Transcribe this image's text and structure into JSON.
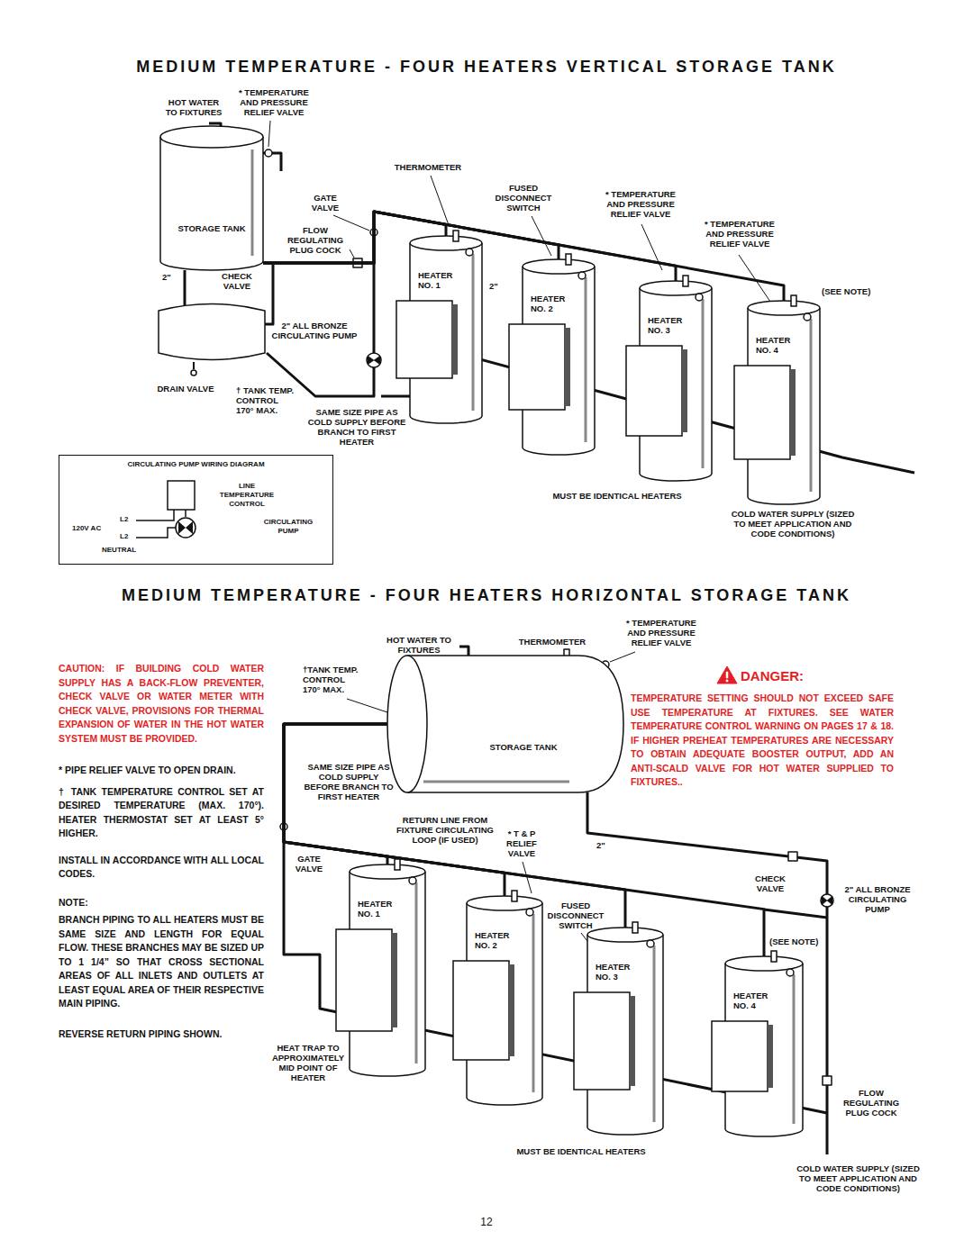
{
  "diagram": {
    "title": "MEDIUM TEMPERATURE - FOUR HEATERS VERTICAL STORAGE TANK",
    "nodes": [
      {
        "text": [
          "STORAGE TANK"
        ]
      },
      {
        "text": [
          "HEATER NO. 1"
        ]
      },
      {
        "text": [
          "HEATER NO. 2"
        ]
      },
      {
        "text": [
          "HEATER NO. 3"
        ]
      },
      {
        "text": [
          "HEATER NO. 4"
        ]
      },
      {
        "text": [
          "CIRCULATING PUMP WIRING DIAGRAM"
        ]
      },
      {
        "text": [
          "LINE TEMPERATURE CONTROL"
        ],
        "in": 5
      },
      {
        "text": [
          "CIRCULATING PUMP"
        ],
        "in": 5
      },
      {
        "text": [
          "STORAGE TANK"
        ]
      },
      {
        "text": [
          "HEATER NO. 1"
        ]
      },
      {
        "text": [
          "HEATER NO. 2"
        ]
      },
      {
        "text": [
          "HEATER NO. 3"
        ]
      },
      {
        "text": [
          "HEATER NO. 4"
        ]
      }
    ],
    "edges": [
      {
        "from": 0,
        "to": 1,
        "arrow": "none"
      },
      {
        "from": 0,
        "to": 2,
        "arrow": "none"
      },
      {
        "from": 0,
        "to": 3,
        "arrow": "none"
      },
      {
        "from": 0,
        "to": 4,
        "arrow": "none"
      },
      {
        "from": 6,
        "to": 7,
        "arrow": "none"
      },
      {
        "from": 8,
        "to": 9,
        "arrow": "none"
      },
      {
        "from": 8,
        "to": 10,
        "arrow": "none"
      },
      {
        "from": 8,
        "to": 11,
        "arrow": "none"
      },
      {
        "from": 8,
        "to": 12,
        "arrow": "none"
      }
    ],
    "labels": [
      "HOT WATER TO FIXTURES",
      "* TEMPERATURE AND PRESSURE RELIEF VALVE",
      "THERMOMETER",
      "GATE VALVE",
      "FUSED DISCONNECT SWITCH",
      "* TEMPERATURE AND PRESSURE RELIEF VALVE",
      "* TEMPERATURE AND PRESSURE RELIEF VALVE",
      "FLOW REGULATING PLUG COCK",
      "2\"",
      "CHECK VALVE",
      "2\"",
      "(SEE NOTE)",
      "2\" ALL BRONZE CIRCULATING PUMP",
      "DRAIN VALVE",
      "† TANK TEMP. CONTROL 170° MAX.",
      "SAME SIZE PIPE AS COLD SUPPLY BEFORE BRANCH TO FIRST HEATER",
      "MUST BE IDENTICAL HEATERS",
      "COLD WATER SUPPLY (SIZED TO MEET APPLICATION AND CODE CONDITIONS)",
      "L2",
      "120V AC",
      "L2",
      "NEUTRAL",
      "MEDIUM TEMPERATURE - FOUR HEATERS HORIZONTAL STORAGE TANK",
      "HOT WATER TO FIXTURES",
      "THERMOMETER",
      "* TEMPERATURE AND PRESSURE RELIEF VALVE",
      "†TANK TEMP. CONTROL 170° MAX.",
      "CAUTION: IF BUILDING COLD WATER SUPPLY HAS A BACK-FLOW PREVENTER, CHECK VALVE OR WATER METER WITH CHECK VALVE, PROVISIONS FOR THERMAL EXPANSION OF WATER IN THE HOT WATER SYSTEM MUST BE PROVIDED.",
      "DANGER:",
      "TEMPERATURE SETTING SHOULD NOT EXCEED SAFE USE TEMPERATURE AT FIXTURES. SEE WATER TEMPERATURE CONTROL WARNING ON PAGES 17 & 18. IF HIGHER PREHEAT TEMPERATURES ARE NECESSARY TO OBTAIN ADEQUATE BOOSTER OUTPUT, ADD AN ANTI-SCALD VALVE FOR HOT WATER SUPPLIED TO FIXTURES..",
      "* PIPE RELIEF VALVE TO OPEN DRAIN.",
      "SAME SIZE PIPE AS COLD SUPPLY BEFORE BRANCH TO FIRST HEATER",
      "† TANK TEMPERATURE CONTROL SET AT DESIRED TEMPERATURE (MAX. 170°). HEATER THERMOSTAT SET AT LEAST 5° HIGHER.",
      "RETURN LINE FROM FIXTURE CIRCULATING LOOP (IF USED)",
      "GATE VALVE",
      "* T & P RELIEF VALVE",
      "2\"",
      "FUSED DISCONNECT SWITCH",
      "INSTALL IN ACCORDANCE WITH ALL LOCAL CODES.",
      "CHECK VALVE",
      "2\" ALL BRONZE CIRCULATING PUMP",
      "NOTE:",
      "(SEE NOTE)",
      "BRANCH PIPING TO ALL HEATERS MUST BE SAME SIZE AND LENGTH FOR EQUAL FLOW. THESE BRANCHES MAY BE SIZED UP TO 1 1/4” SO THAT CROSS SECTIONAL AREAS OF ALL INLETS AND OUTLETS AT LEAST EQUAL AREA OF THEIR RESPECTIVE MAIN PIPING.",
      "HEAT TRAP TO APPROXIMATELY MID POINT OF HEATER",
      "REVERSE RETURN PIPING SHOWN.",
      "FLOW REGULATING PLUG COCK",
      "MUST BE IDENTICAL HEATERS",
      "COLD WATER SUPPLY (SIZED TO MEET APPLICATION AND CODE CONDITIONS)",
      "12"
    ]
  }
}
